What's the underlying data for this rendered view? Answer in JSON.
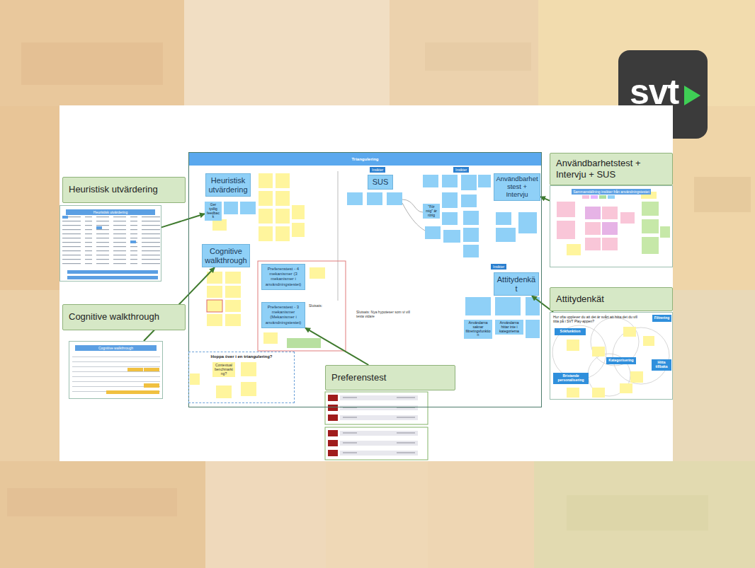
{
  "diagram": {
    "nodes": [
      {
        "text": [
          "Heuristisk utvärdering"
        ]
      },
      {
        "text": [
          "Heuristisk utvärdering"
        ]
      },
      {
        "text": [
          "Cognitive walkthrough"
        ]
      },
      {
        "text": [
          "Cognitive walkthrough"
        ]
      },
      {
        "text": [
          "Triangulering"
        ]
      },
      {
        "text": [
          "Heuristisk utvärdering"
        ],
        "in": 4
      },
      {
        "text": [
          "Ger tydlig feedback"
        ],
        "in": 4
      },
      {
        "text": [
          "Cognitive walkthrough"
        ],
        "in": 4
      },
      {
        "text": [
          "Preferenstest - 4 mekanismer (3 mekanismer i användningstestet)"
        ],
        "in": 4
      },
      {
        "text": [
          "Preferenstest - 3 mekanismer (Mekanismer i användningstestet)"
        ],
        "in": 4
      },
      {
        "text": [
          "Hoppa över i en triangulering?"
        ],
        "in": 4
      },
      {
        "text": [
          "Contextual benchmarking?"
        ],
        "in": 10
      },
      {
        "text": [
          "SUS"
        ],
        "in": 4
      },
      {
        "text": [
          "\"För mig\" är rörig"
        ],
        "in": 4
      },
      {
        "text": [
          "Användbarhet stest + Intervju"
        ],
        "in": 4
      },
      {
        "text": [
          "Attitydenkät"
        ],
        "in": 4
      },
      {
        "text": [
          "Användarna saknar filtreringsfunktion"
        ],
        "in": 4
      },
      {
        "text": [
          "Användarna hittar inte i kategorierna"
        ],
        "in": 4
      },
      {
        "text": [
          "Användbarhetstest + Intervju + SUS"
        ]
      },
      {
        "text": [
          "Sammanställning insikter från användningstestet"
        ]
      },
      {
        "text": [
          "Attitydenkät"
        ]
      },
      {
        "text": [
          "Hur ofta upplever du att det är svårt att hitta det du vill titta på i SVT Play-appen?"
        ]
      },
      {
        "text": [
          "Sökfunktion"
        ],
        "in": 21
      },
      {
        "text": [
          "Filtrering"
        ],
        "in": 21
      },
      {
        "text": [
          "Kategorisering"
        ],
        "in": 21
      },
      {
        "text": [
          "Bristande personalisering"
        ],
        "in": 21
      },
      {
        "text": [
          "Hitta tillbaka"
        ],
        "in": 21
      },
      {
        "text": [
          "Preferenstest"
        ]
      }
    ],
    "edges": [
      {
        "from": 1,
        "to": 6,
        "arrow": "to"
      },
      {
        "from": 3,
        "to": 7,
        "arrow": "to"
      },
      {
        "from": 19,
        "to": 14,
        "arrow": "to"
      },
      {
        "from": 21,
        "to": 15,
        "arrow": "to"
      },
      {
        "from": 27,
        "to": 9,
        "arrow": "to"
      }
    ],
    "labels": [
      "svt",
      "Insikter",
      "Insikter",
      "Insikter",
      "Slutsats:",
      "Slutsats: Nya hypoteser som vi vill testa vidare"
    ]
  }
}
